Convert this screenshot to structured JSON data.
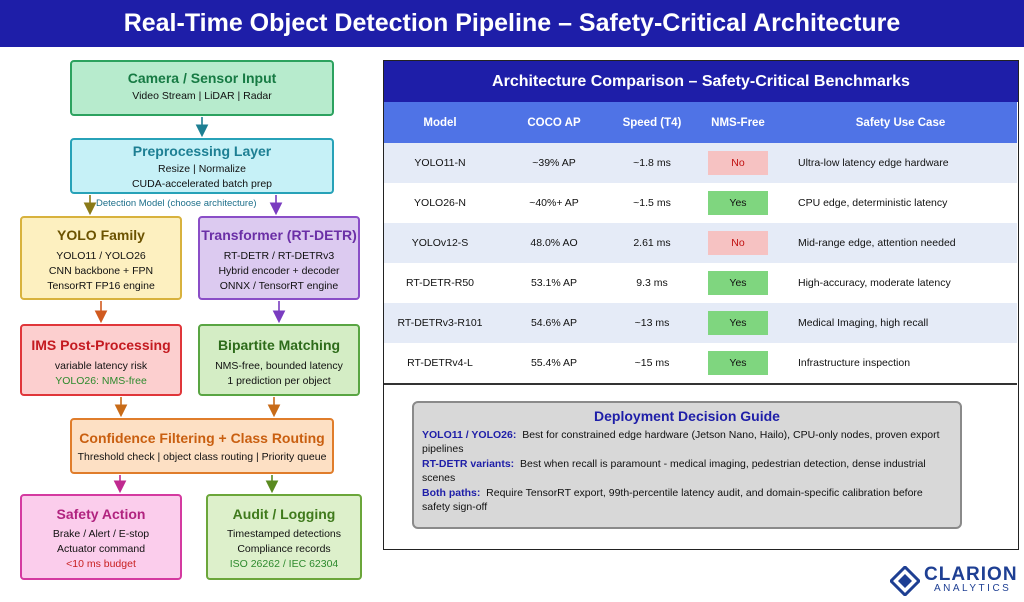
{
  "header": {
    "title": "Real-Time Object Detection Pipeline – Safety-Critical Architecture"
  },
  "flow": {
    "camera": {
      "title": "Camera / Sensor Input",
      "lines": [
        "Video Stream | LiDAR | Radar"
      ]
    },
    "preprocessing": {
      "title": "Preprocessing Layer",
      "lines": [
        "Resize | Normalize",
        "CUDA-accelerated batch prep"
      ]
    },
    "choose_label": "Detection Model (choose architecture)",
    "yolo": {
      "title": "YOLO Family",
      "lines": [
        "YOLO11 / YOLO26",
        "CNN backbone + FPN",
        "TensorRT FP16 engine"
      ]
    },
    "rtdetr": {
      "title": "Transformer (RT-DETR)",
      "lines": [
        "RT-DETR / RT-DETRv3",
        "Hybrid encoder + decoder",
        "ONNX / TensorRT engine"
      ]
    },
    "ims": {
      "title": "IMS Post-Processing",
      "lines": [
        "variable latency risk"
      ],
      "note": "YOLO26: NMS-free"
    },
    "bipartite": {
      "title": "Bipartite Matching",
      "lines": [
        "NMS-free, bounded latency",
        "1 prediction per object"
      ]
    },
    "confidence": {
      "title": "Confidence Filtering + Class Routing",
      "lines": [
        "Threshold check | object class routing | Priority queue"
      ]
    },
    "safety": {
      "title": "Safety Action",
      "lines": [
        "Brake / Alert / E-stop",
        "Actuator command"
      ],
      "note": "<10 ms budget"
    },
    "audit": {
      "title": "Audit / Logging",
      "lines": [
        "Timestamped detections",
        "Compliance records"
      ],
      "note": "ISO 26262 / IEC 62304"
    }
  },
  "comparison": {
    "title": "Architecture Comparison – Safety-Critical Benchmarks",
    "columns": [
      "Model",
      "COCO AP",
      "Speed (T4)",
      "NMS-Free",
      "Safety Use Case"
    ],
    "rows": [
      {
        "model": "YOLO11-N",
        "ap": "~39% AP",
        "speed": "~1.8 ms",
        "nms": "No",
        "use": "Ultra-low latency edge hardware"
      },
      {
        "model": "YOLO26-N",
        "ap": "~40%+ AP",
        "speed": "~1.5 ms",
        "nms": "Yes",
        "use": "CPU edge, deterministic latency"
      },
      {
        "model": "YOLOv12-S",
        "ap": "48.0% AO",
        "speed": "2.61 ms",
        "nms": "No",
        "use": "Mid-range edge, attention needed"
      },
      {
        "model": "RT-DETR-R50",
        "ap": "53.1% AP",
        "speed": "9.3 ms",
        "nms": "Yes",
        "use": "High-accuracy, moderate latency"
      },
      {
        "model": "RT-DETRv3-R101",
        "ap": "54.6% AP",
        "speed": "~13 ms",
        "nms": "Yes",
        "use": "Medical Imaging, high recall"
      },
      {
        "model": "RT-DETRv4-L",
        "ap": "55.4% AP",
        "speed": "~15 ms",
        "nms": "Yes",
        "use": "Infrastructure inspection"
      }
    ]
  },
  "guide": {
    "title": "Deployment Decision Guide",
    "items": [
      {
        "key": "YOLO11 / YOLO26:",
        "text": "Best for constrained edge hardware (Jetson Nano, Hailo), CPU-only nodes, proven export pipelines"
      },
      {
        "key": "RT-DETR variants:",
        "text": "Best when recall is paramount - medical imaging, pedestrian detection, dense industrial scenes"
      },
      {
        "key": "Both paths:",
        "text": "Require TensorRT export, 99th-percentile latency audit, and domain-specific calibration before safety sign-off"
      }
    ]
  },
  "logo": {
    "name": "CLARION",
    "sub": "ANALYTICS"
  },
  "colors": {
    "header": "#1e1ea8",
    "table_header": "#4f73e6",
    "yes": "#7fd67f",
    "no": "#f6c2c2"
  }
}
